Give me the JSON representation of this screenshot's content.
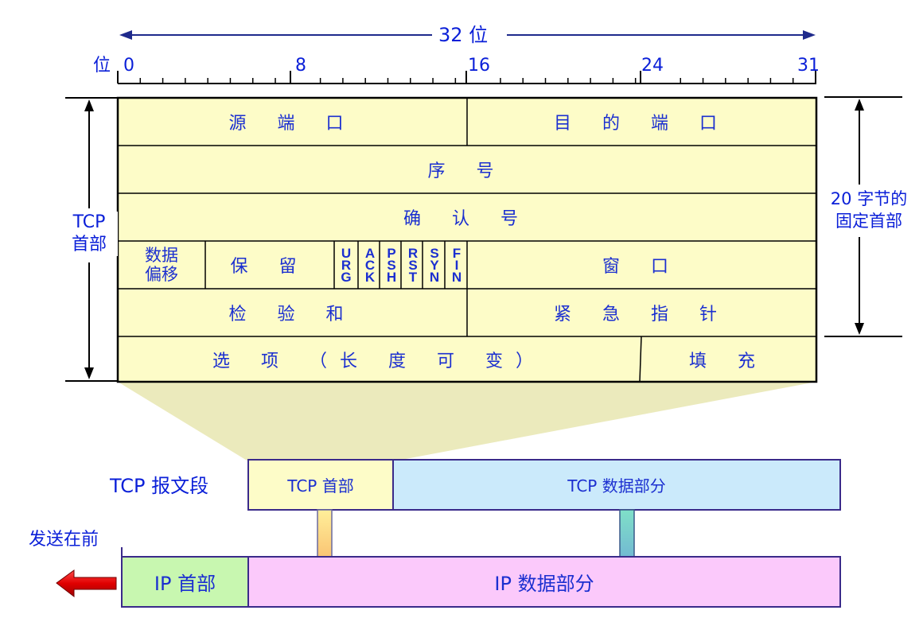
{
  "ruler": {
    "total_label": "32 位",
    "unit_label": "位",
    "ticks": [
      "0",
      "8",
      "16",
      "24",
      "31"
    ]
  },
  "header_fields": {
    "row1": {
      "src_port": "源 端 口",
      "dst_port": "目 的 端 口"
    },
    "row2": {
      "seq": "序 号"
    },
    "row3": {
      "ack": "确 认 号"
    },
    "row4": {
      "data_offset_line1": "数据",
      "data_offset_line2": "偏移",
      "reserved": "保 留",
      "flags": [
        {
          "name": "urg",
          "label": "URG"
        },
        {
          "name": "ack",
          "label": "ACK"
        },
        {
          "name": "psh",
          "label": "PSH"
        },
        {
          "name": "rst",
          "label": "RST"
        },
        {
          "name": "syn",
          "label": "SYN"
        },
        {
          "name": "fin",
          "label": "FIN"
        }
      ],
      "window": "窗 口"
    },
    "row5": {
      "checksum": "检 验 和",
      "urgent_ptr": "紧 急 指 针"
    },
    "row6": {
      "options": "选 项 （长 度 可 变）",
      "padding": "填 充"
    }
  },
  "side_labels": {
    "tcp_header_line1": "TCP",
    "tcp_header_line2": "首部",
    "fixed_line1": "20 字节的",
    "fixed_line2": "固定首部"
  },
  "segment": {
    "label": "TCP 报文段",
    "header": "TCP 首部",
    "data": "TCP 数据部分"
  },
  "datagram": {
    "send_first": "发送在前",
    "header": "IP 首部",
    "data": "IP 数据部分"
  },
  "colors": {
    "header_fill": "#fdfcc8",
    "tcp_data_fill": "#cbeafb",
    "ip_header_fill": "#c8f7b0",
    "ip_data_fill": "#fbc9fb",
    "text_blue": "#0a1fd8",
    "arrow_red": "#e00000"
  }
}
